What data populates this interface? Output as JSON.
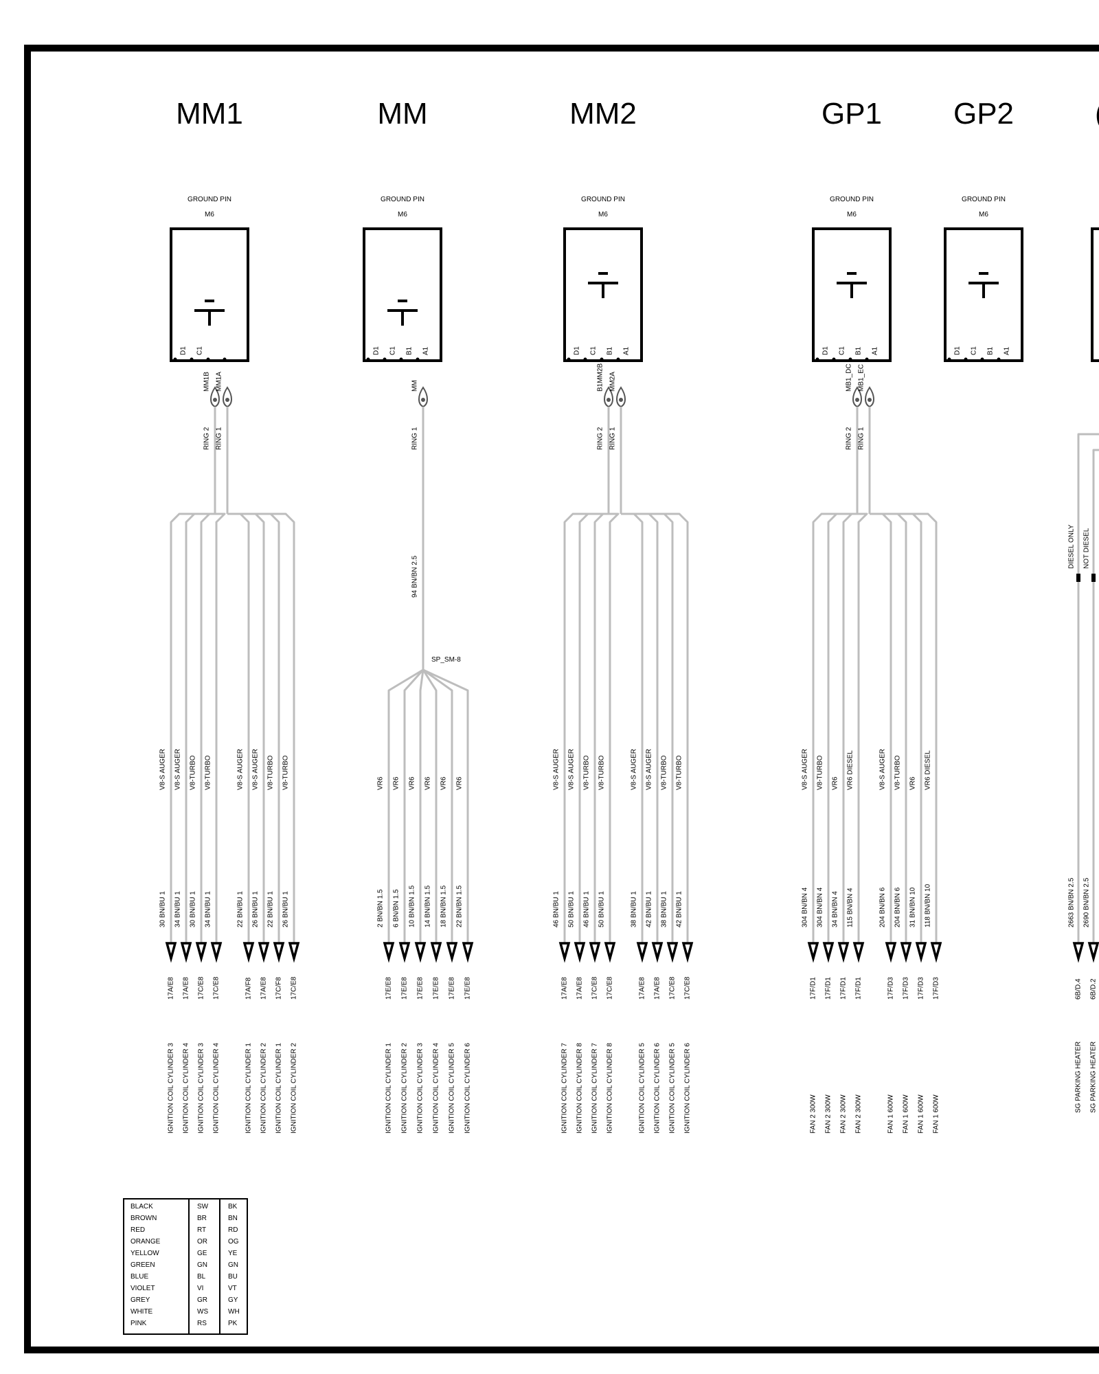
{
  "modules": [
    {
      "title": "MM1",
      "ground_label": "GROUND PIN",
      "ground_size": "M6",
      "pins": [
        "D1",
        "C1",
        "",
        ""
      ],
      "rings": [
        {
          "name": "MM1B",
          "ring": "RING 2",
          "wires": [
            {
              "variant": "V8-S AUGER",
              "wire": "30 BN/BU 1",
              "conn": "17A/E8",
              "dest": "IGNITION COIL CYLINDER 3"
            },
            {
              "variant": "V8-S AUGER",
              "wire": "34 BN/BU 1",
              "conn": "17A/E8",
              "dest": "IGNITION COIL CYLINDER 4"
            },
            {
              "variant": "V8-TURBO",
              "wire": "30 BN/BU 1",
              "conn": "17C/E8",
              "dest": "IGNITION COIL CYLINDER 3"
            },
            {
              "variant": "V8-TURBO",
              "wire": "34 BN/BU 1",
              "conn": "17C/E8",
              "dest": "IGNITION COIL CYLINDER 4"
            }
          ]
        },
        {
          "name": "MM1A",
          "ring": "RING 1",
          "wires": [
            {
              "variant": "V8-S AUGER",
              "wire": "22 BN/BU 1",
              "conn": "17A/F8",
              "dest": "IGNITION COIL CYLINDER 1"
            },
            {
              "variant": "V8-S AUGER",
              "wire": "26 BN/BU 1",
              "conn": "17A/E8",
              "dest": "IGNITION COIL CYLINDER 2"
            },
            {
              "variant": "V8-TURBO",
              "wire": "22 BN/BU 1",
              "conn": "17C/F8",
              "dest": "IGNITION COIL CYLINDER 1"
            },
            {
              "variant": "V8-TURBO",
              "wire": "26 BN/BU 1",
              "conn": "17C/E8",
              "dest": "IGNITION COIL CYLINDER 2"
            }
          ]
        }
      ]
    },
    {
      "title": "MM",
      "ground_label": "GROUND PIN",
      "ground_size": "M6",
      "pins": [
        "D1",
        "C1",
        "B1",
        "A1"
      ],
      "rings": [
        {
          "name": "MM",
          "ring": "RING 1",
          "trunk": "94 BN/BN 2.5",
          "splice": "SP_SM-8",
          "wires": [
            {
              "variant": "VR6",
              "wire": "2 BN/BN 1.5",
              "conn": "17E/E8",
              "dest": "IGNITION COIL CYLINDER 1"
            },
            {
              "variant": "VR6",
              "wire": "6 BN/BN 1.5",
              "conn": "17E/E8",
              "dest": "IGNITION COIL CYLINDER 2"
            },
            {
              "variant": "VR6",
              "wire": "10 BN/BN 1.5",
              "conn": "17E/E8",
              "dest": "IGNITION COIL CYLINDER 3"
            },
            {
              "variant": "VR6",
              "wire": "14 BN/BN 1.5",
              "conn": "17E/E8",
              "dest": "IGNITION COIL CYLINDER 4"
            },
            {
              "variant": "VR6",
              "wire": "18 BN/BN 1.5",
              "conn": "17E/E8",
              "dest": "IGNITION COIL CYLINDER 5"
            },
            {
              "variant": "VR6",
              "wire": "22 BN/BN 1.5",
              "conn": "17E/E8",
              "dest": "IGNITION COIL CYLINDER 6"
            }
          ]
        }
      ]
    },
    {
      "title": "MM2",
      "ground_label": "GROUND PIN",
      "ground_size": "M6",
      "pins": [
        "D1",
        "C1",
        "B1",
        "A1"
      ],
      "rings": [
        {
          "name": "B1MM2B",
          "ring": "RING 2",
          "wires": [
            {
              "variant": "V8-S AUGER",
              "wire": "46 BN/BU 1",
              "conn": "17A/E8",
              "dest": "IGNITION COIL CYLINDER 7"
            },
            {
              "variant": "V8-S AUGER",
              "wire": "50 BN/BU 1",
              "conn": "17A/E8",
              "dest": "IGNITION COIL CYLINDER 8"
            },
            {
              "variant": "V8-TURBO",
              "wire": "46 BN/BU 1",
              "conn": "17C/E8",
              "dest": "IGNITION COIL CYLINDER 7"
            },
            {
              "variant": "V8-TURBO",
              "wire": "50 BN/BU 1",
              "conn": "17C/E8",
              "dest": "IGNITION COIL CYLINDER 8"
            }
          ]
        },
        {
          "name": "MM2A",
          "ring": "RING 1",
          "wires": [
            {
              "variant": "V8-S AUGER",
              "wire": "38 BN/BU 1",
              "conn": "17A/E8",
              "dest": "IGNITION COIL CYLINDER 5"
            },
            {
              "variant": "V8-S AUGER",
              "wire": "42 BN/BU 1",
              "conn": "17A/E8",
              "dest": "IGNITION COIL CYLINDER 6"
            },
            {
              "variant": "V8-TURBO",
              "wire": "38 BN/BU 1",
              "conn": "17C/E8",
              "dest": "IGNITION COIL CYLINDER 5"
            },
            {
              "variant": "V8-TURBO",
              "wire": "42 BN/BU 1",
              "conn": "17C/E8",
              "dest": "IGNITION COIL CYLINDER 6"
            }
          ]
        }
      ]
    },
    {
      "title": "GP1",
      "ground_label": "GROUND PIN",
      "ground_size": "M6",
      "pins": [
        "D1",
        "C1",
        "B1",
        "A1"
      ],
      "rings": [
        {
          "name": "MB1_DC",
          "ring": "RING 2",
          "wires": [
            {
              "variant": "V8-S AUGER",
              "wire": "304 BN/BN 4",
              "conn": "17F/D1",
              "dest": "FAN 2 300W"
            },
            {
              "variant": "V8-TURBO",
              "wire": "304 BN/BN 4",
              "conn": "17F/D1",
              "dest": "FAN 2 300W"
            },
            {
              "variant": "VR6",
              "wire": "34 BN/BN 4",
              "conn": "17F/D1",
              "dest": "FAN 2 300W"
            },
            {
              "variant": "VR6 DIESEL",
              "wire": "115 BN/BN 4",
              "conn": "17F/D1",
              "dest": "FAN 2 300W"
            }
          ]
        },
        {
          "name": "MB1_EC",
          "ring": "RING 1",
          "wires": [
            {
              "variant": "V8-S AUGER",
              "wire": "204 BN/BN 6",
              "conn": "17F/D3",
              "dest": "FAN 1 600W"
            },
            {
              "variant": "V8-TURBO",
              "wire": "204 BN/BN 6",
              "conn": "17F/D3",
              "dest": "FAN 1 600W"
            },
            {
              "variant": "VR6",
              "wire": "31 BN/BN 10",
              "conn": "17F/D3",
              "dest": "FAN 1 600W"
            },
            {
              "variant": "VR6 DIESEL",
              "wire": "118 BN/BN 10",
              "conn": "17F/D3",
              "dest": "FAN 1 600W"
            }
          ]
        }
      ]
    },
    {
      "title": "GP2",
      "ground_label": "GROUND PIN",
      "ground_size": "M6",
      "pins": [
        "D1",
        "C1",
        "B1",
        "A1"
      ],
      "rings": []
    }
  ],
  "partial_module": {
    "title_fragment": "(",
    "variants": [
      "DIESEL ONLY",
      "NOT DIESEL"
    ],
    "wires": [
      {
        "wire": "2663 BN/BN 2.5",
        "conn": "6B/D.4",
        "dest": "SG PARKING HEATER"
      },
      {
        "wire": "2690 BN/BN 2.5",
        "conn": "6B/D.2",
        "dest": "SG PARKING HEATER"
      }
    ]
  },
  "legend": [
    [
      "BLACK",
      "SW",
      "BK"
    ],
    [
      "BROWN",
      "BR",
      "BN"
    ],
    [
      "RED",
      "RT",
      "RD"
    ],
    [
      "ORANGE",
      "OR",
      "OG"
    ],
    [
      "YELLOW",
      "GE",
      "YE"
    ],
    [
      "GREEN",
      "GN",
      "GN"
    ],
    [
      "BLUE",
      "BL",
      "BU"
    ],
    [
      "VIOLET",
      "VI",
      "VT"
    ],
    [
      "GREY",
      "GR",
      "GY"
    ],
    [
      "WHITE",
      "WS",
      "WH"
    ],
    [
      "PINK",
      "RS",
      "PK"
    ]
  ],
  "colors": {
    "wire": "#bdbdbd",
    "ink": "#000000"
  }
}
